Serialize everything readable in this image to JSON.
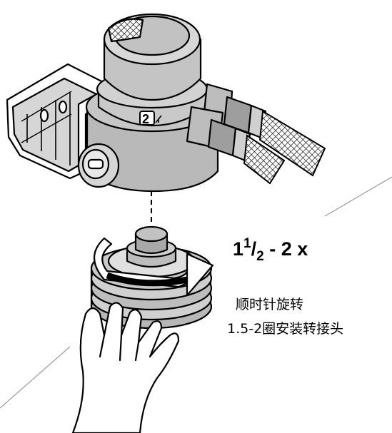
{
  "instruction": {
    "turns_whole": "1",
    "turns_frac_num": "1",
    "turns_frac_den": "2",
    "turns_tail": " - 2 x",
    "chinese_line_1": "顺时针旋转",
    "chinese_line_2": "1.5-2圈安装转接头"
  },
  "device_badge": "2",
  "colors": {
    "line": "#000000",
    "body_gray": "#bdbdbd",
    "cap_gray": "#cfcfcf",
    "dark_gray": "#8a8a8a",
    "guide_line": "#9a9a9a"
  }
}
